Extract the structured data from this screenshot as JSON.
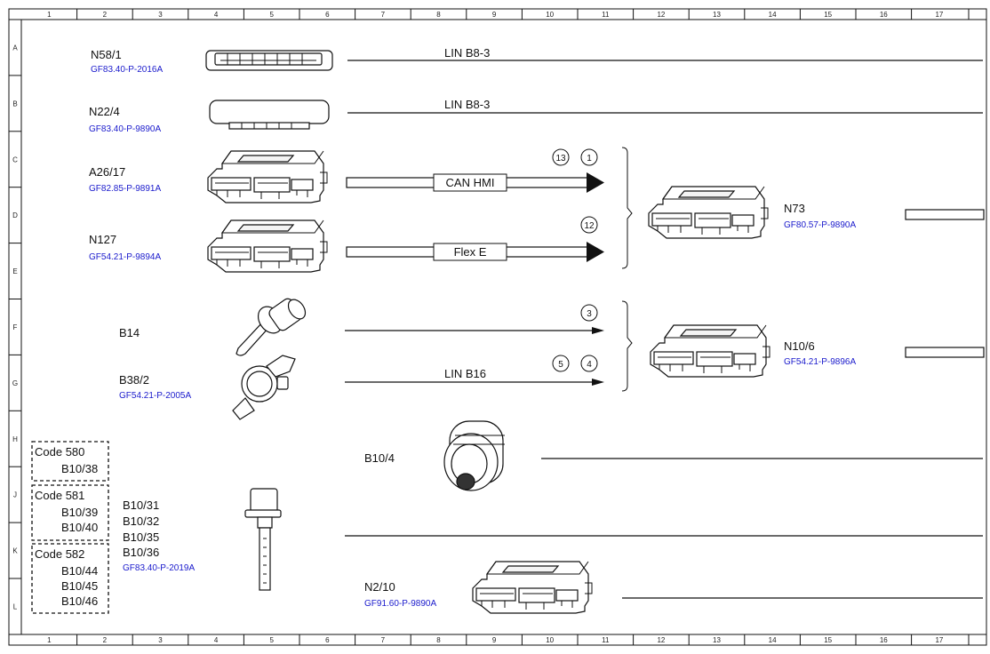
{
  "grid": {
    "columns": [
      "1",
      "2",
      "3",
      "4",
      "5",
      "6",
      "7",
      "8",
      "9",
      "10",
      "11",
      "12",
      "13",
      "14",
      "15",
      "16",
      "17"
    ],
    "rows": [
      "A",
      "B",
      "C",
      "D",
      "E",
      "F",
      "G",
      "H",
      "J",
      "K",
      "L"
    ]
  },
  "components": {
    "n58_1": {
      "name": "N58/1",
      "ref": "GF83.40-P-2016A"
    },
    "n22_4": {
      "name": "N22/4",
      "ref": "GF83.40-P-9890A"
    },
    "a26_17": {
      "name": "A26/17",
      "ref": "GF82.85-P-9891A"
    },
    "n127": {
      "name": "N127",
      "ref": "GF54.21-P-9894A"
    },
    "b14": {
      "name": "B14"
    },
    "b38_2": {
      "name": "B38/2",
      "ref": "GF54.21-P-2005A"
    },
    "b10_4": {
      "name": "B10/4"
    },
    "b10_31": {
      "names": [
        "B10/31",
        "B10/32",
        "B10/35",
        "B10/36"
      ],
      "ref": "GF83.40-P-2019A"
    },
    "n2_10": {
      "name": "N2/10",
      "ref": "GF91.60-P-9890A"
    },
    "n73": {
      "name": "N73",
      "ref": "GF80.57-P-9890A"
    },
    "n10_6": {
      "name": "N10/6",
      "ref": "GF54.21-P-9896A"
    }
  },
  "buses": {
    "lin_b8_3_a": "LIN B8-3",
    "lin_b8_3_b": "LIN B8-3",
    "can_hmi": "CAN HMI",
    "flex_e": "Flex E",
    "lin_b16": "LIN B16"
  },
  "markers": {
    "m13": "13",
    "m1": "1",
    "m12": "12",
    "m3": "3",
    "m5": "5",
    "m4": "4"
  },
  "codes": [
    {
      "title": "Code 580",
      "items": [
        "B10/38"
      ]
    },
    {
      "title": "Code 581",
      "items": [
        "B10/39",
        "B10/40"
      ]
    },
    {
      "title": "Code 582",
      "items": [
        "B10/44",
        "B10/45",
        "B10/46"
      ]
    }
  ]
}
